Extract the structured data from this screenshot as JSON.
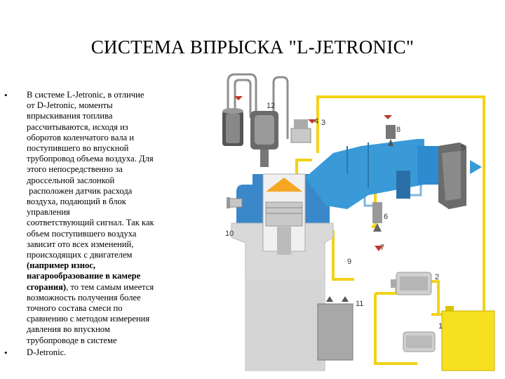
{
  "title": "СИСТЕМА ВПРЫСКА \"L-JETRONIC\"",
  "bullet_char": "•",
  "paragraph": {
    "lines": [
      "В системе L-Jetronic, в отличие",
      "от D-Jetronic, моменты",
      "впрыскивания топлива",
      "рассчитываются, исходя из",
      "оборотов коленчатого вала и",
      "поступившего во впускной",
      "трубопровод объема воздуха. Для",
      "этого непосредственно за",
      "дроссельной заслонкой",
      " расположен датчик расхода",
      "воздуха, подающий в блок",
      "управления",
      "соответствующий сигнал. Так как",
      "объем поступившего воздуха",
      "зависит ото всех изменений,",
      "происходящих с двигателем"
    ],
    "bold_lines": [
      "(например износ,",
      "нагарообразование в камере",
      "сгорания)"
    ],
    "tail_lines": [
      ", то тем самым имеется",
      "возможность получения более",
      "точного состава смеси по",
      "сравнению с методом измерения",
      "давления во впускном",
      "трубопроводе в системе"
    ]
  },
  "second_bullet": "D-Jetronic.",
  "diagram_labels": {
    "l1": "1",
    "l2": "2",
    "l3": "3",
    "l4": "4",
    "l5": "5",
    "l6": "6",
    "l7": "7",
    "l8": "8",
    "l9": "9",
    "l10": "10",
    "l11": "11",
    "l12": "12"
  },
  "colors": {
    "fuel_line": "#f2d21a",
    "intake": "#3a9ad8",
    "engine_block": "#d9d9d9",
    "tank": "#f7e020",
    "flame": "#f5a623",
    "wire": "#8f8f8f",
    "arrow": "#c0392b"
  }
}
